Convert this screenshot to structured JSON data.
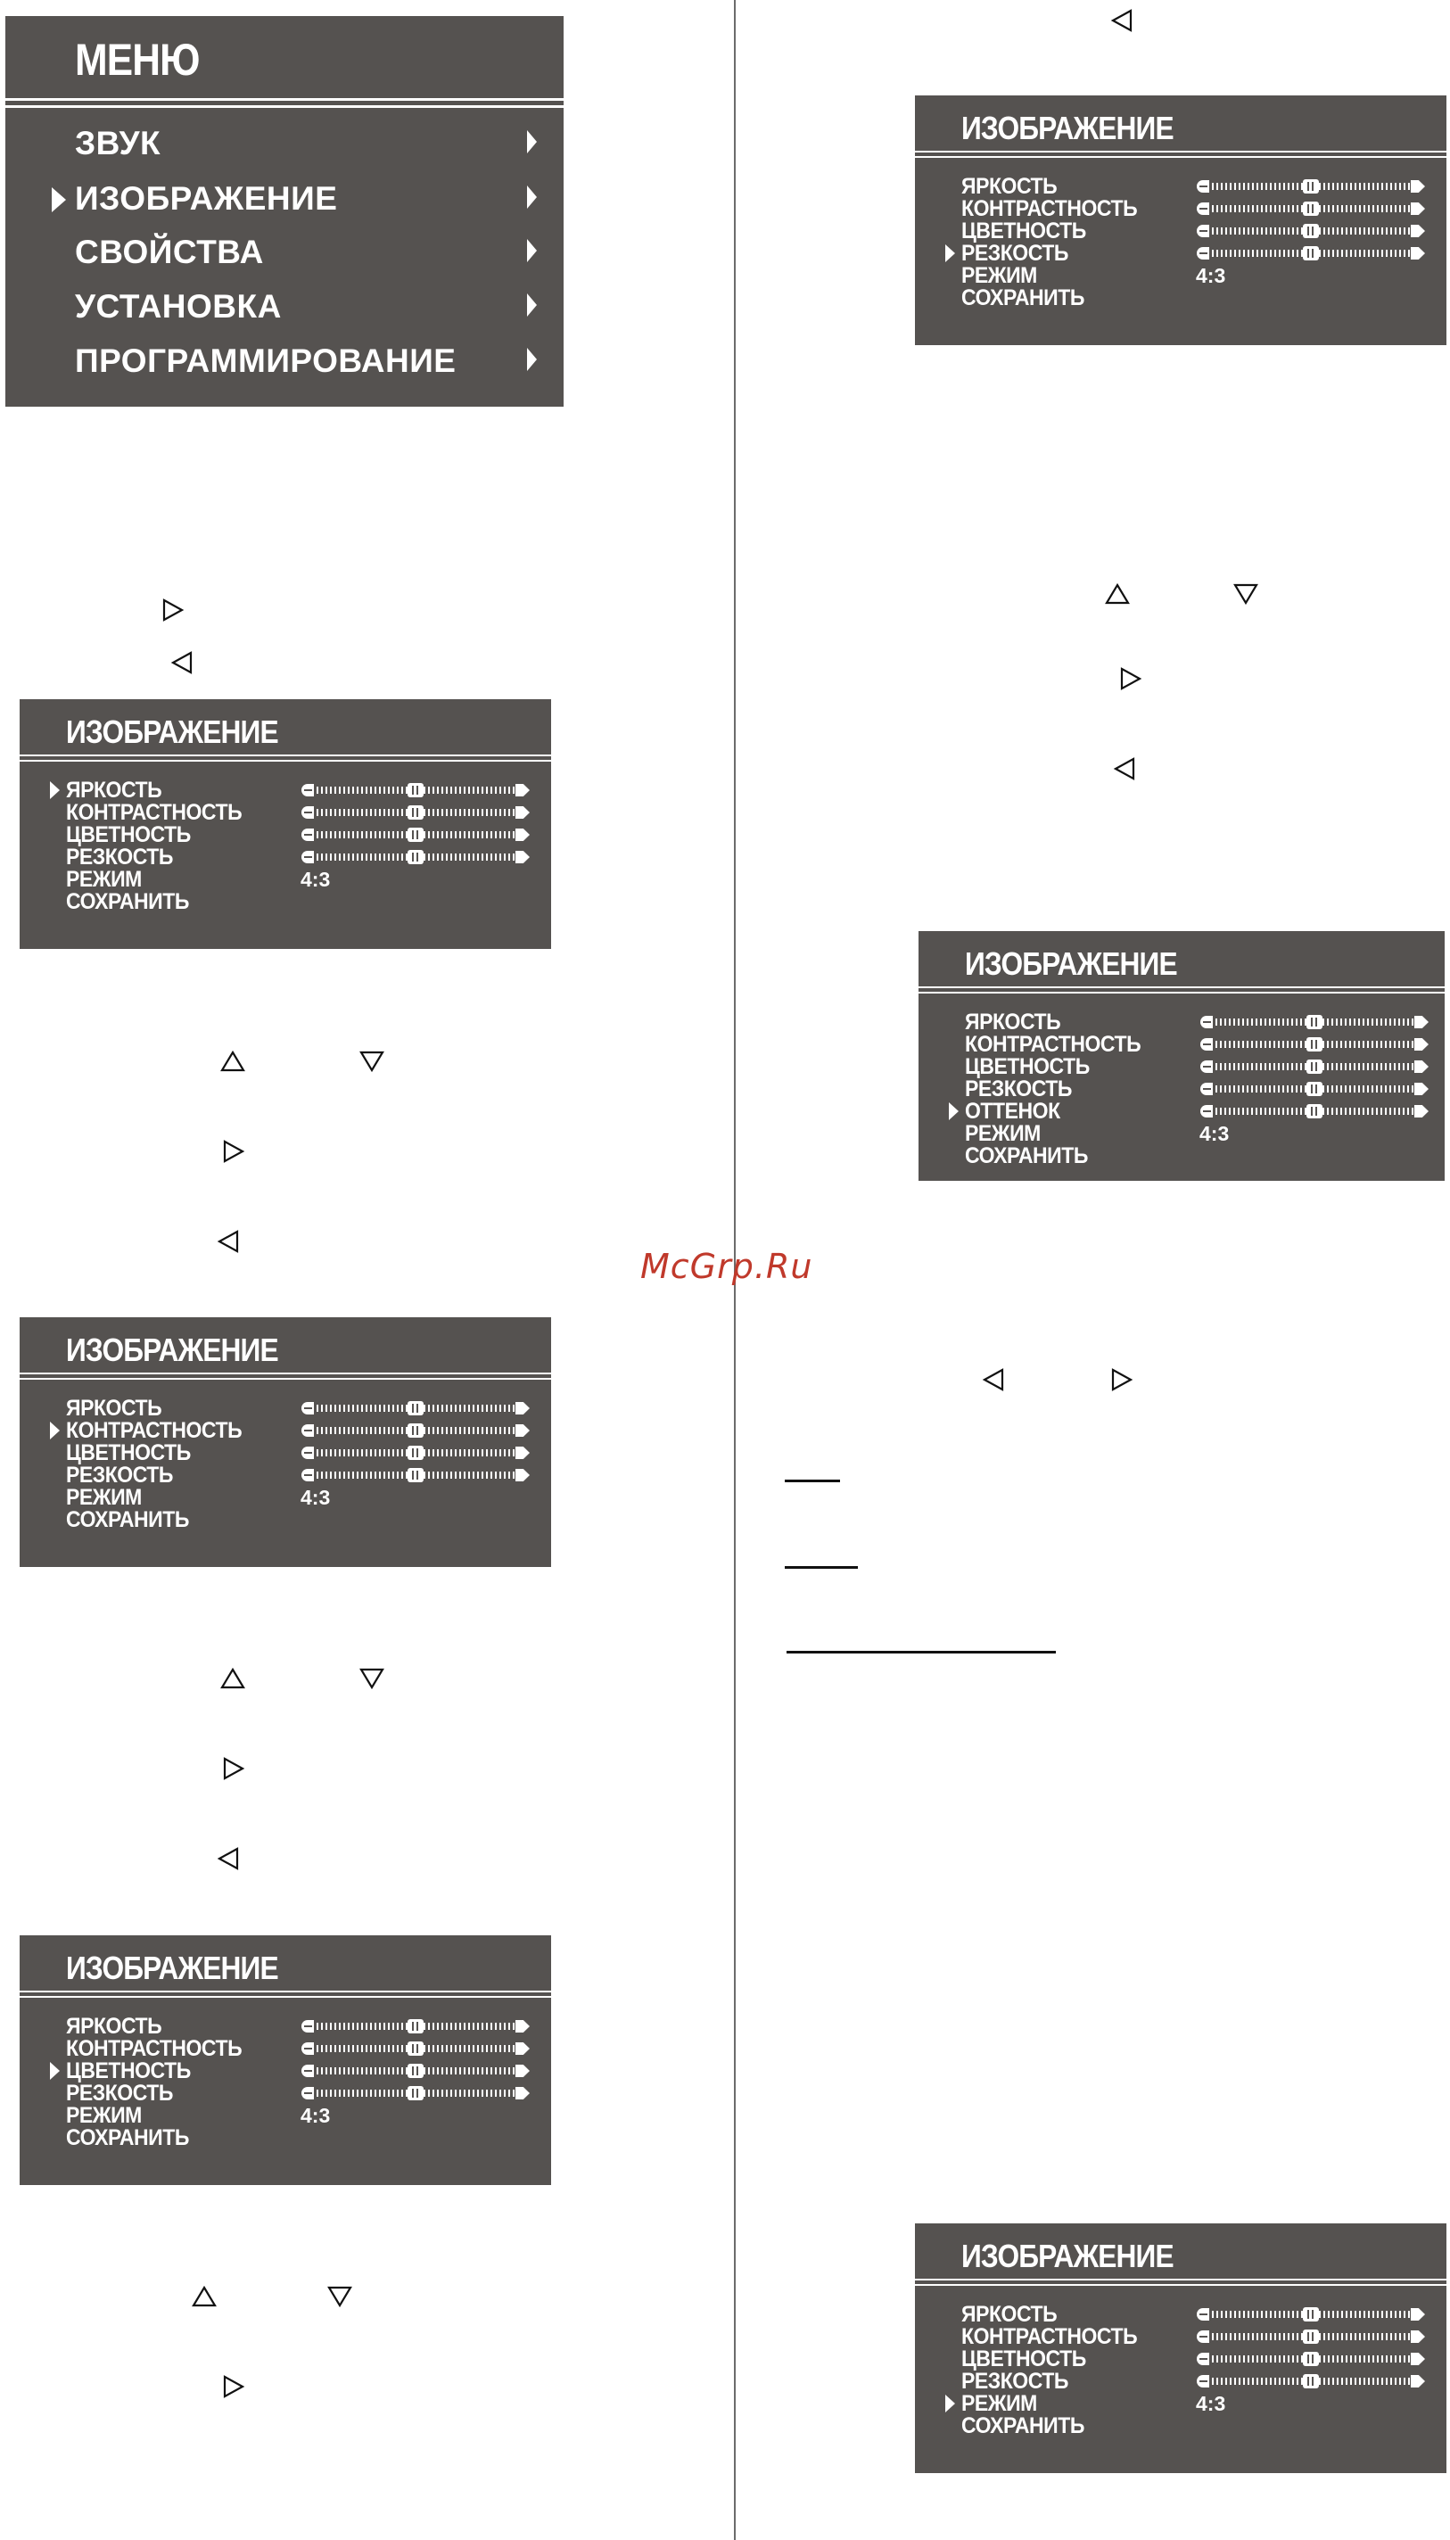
{
  "main_menu": {
    "title": "МЕНЮ",
    "items": [
      {
        "label": "ЗВУК",
        "selected": false
      },
      {
        "label": "ИЗОБРАЖЕНИЕ",
        "selected": true
      },
      {
        "label": "СВОЙСТВА",
        "selected": false
      },
      {
        "label": "УСТАНОВКА",
        "selected": false
      },
      {
        "label": "ПРОГРАММИРОВАНИЕ",
        "selected": false
      }
    ]
  },
  "panels": [
    {
      "title": "ИЗОБРАЖЕНИЕ",
      "selected_row": "ЯРКОСТЬ",
      "rows": [
        {
          "label": "ЯРКОСТЬ",
          "level": 0.5
        },
        {
          "label": "КОНТРАСТНОСТЬ",
          "level": 0.5
        },
        {
          "label": "ЦВЕТНОСТЬ",
          "level": 0.5
        },
        {
          "label": "РЕЗКОСТЬ",
          "level": 0.5
        },
        {
          "label": "РЕЖИМ",
          "value": "4:3"
        },
        {
          "label": "СОХРАНИТЬ"
        }
      ]
    },
    {
      "title": "ИЗОБРАЖЕНИЕ",
      "selected_row": "КОНТРАСТНОСТЬ",
      "rows": [
        {
          "label": "ЯРКОСТЬ",
          "level": 0.5
        },
        {
          "label": "КОНТРАСТНОСТЬ",
          "level": 0.5
        },
        {
          "label": "ЦВЕТНОСТЬ",
          "level": 0.5
        },
        {
          "label": "РЕЗКОСТЬ",
          "level": 0.5
        },
        {
          "label": "РЕЖИМ",
          "value": "4:3"
        },
        {
          "label": "СОХРАНИТЬ"
        }
      ]
    },
    {
      "title": "ИЗОБРАЖЕНИЕ",
      "selected_row": "ЦВЕТНОСТЬ",
      "rows": [
        {
          "label": "ЯРКОСТЬ",
          "level": 0.5
        },
        {
          "label": "КОНТРАСТНОСТЬ",
          "level": 0.5
        },
        {
          "label": "ЦВЕТНОСТЬ",
          "level": 0.5
        },
        {
          "label": "РЕЗКОСТЬ",
          "level": 0.5
        },
        {
          "label": "РЕЖИМ",
          "value": "4:3"
        },
        {
          "label": "СОХРАНИТЬ"
        }
      ]
    },
    {
      "title": "ИЗОБРАЖЕНИЕ",
      "selected_row": "РЕЗКОСТЬ",
      "rows": [
        {
          "label": "ЯРКОСТЬ",
          "level": 0.5
        },
        {
          "label": "КОНТРАСТНОСТЬ",
          "level": 0.5
        },
        {
          "label": "ЦВЕТНОСТЬ",
          "level": 0.5
        },
        {
          "label": "РЕЗКОСТЬ",
          "level": 0.5
        },
        {
          "label": "РЕЖИМ",
          "value": "4:3"
        },
        {
          "label": "СОХРАНИТЬ"
        }
      ]
    },
    {
      "title": "ИЗОБРАЖЕНИЕ",
      "selected_row": "ОТТЕНОК",
      "rows": [
        {
          "label": "ЯРКОСТЬ",
          "level": 0.5
        },
        {
          "label": "КОНТРАСТНОСТЬ",
          "level": 0.5
        },
        {
          "label": "ЦВЕТНОСТЬ",
          "level": 0.5
        },
        {
          "label": "РЕЗКОСТЬ",
          "level": 0.5
        },
        {
          "label": "ОТТЕНОК",
          "level": 0.5
        },
        {
          "label": "РЕЖИМ",
          "value": "4:3"
        },
        {
          "label": "СОХРАНИТЬ"
        }
      ]
    },
    {
      "title": "ИЗОБРАЖЕНИЕ",
      "selected_row": "РЕЖИМ",
      "rows": [
        {
          "label": "ЯРКОСТЬ",
          "level": 0.5
        },
        {
          "label": "КОНТРАСТНОСТЬ",
          "level": 0.5
        },
        {
          "label": "ЦВЕТНОСТЬ",
          "level": 0.5
        },
        {
          "label": "РЕЗКОСТЬ",
          "level": 0.5
        },
        {
          "label": "РЕЖИМ",
          "value": "4:3"
        },
        {
          "label": "СОХРАНИТЬ"
        }
      ]
    }
  ],
  "arrow_glyphs": [
    "triangle-right-icon",
    "triangle-left-icon",
    "triangle-up-icon",
    "triangle-down-icon"
  ],
  "watermark": "McGrp.Ru",
  "colors": {
    "panel_bg": "#555250",
    "panel_text": "#ffffff",
    "watermark": "#c0392b"
  }
}
